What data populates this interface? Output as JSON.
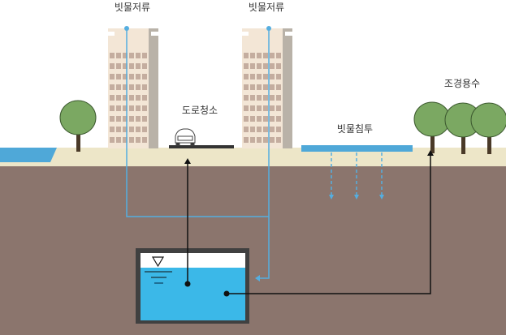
{
  "labels": {
    "storage_left": "빗물저류",
    "storage_right": "빗물저류",
    "road_cleaning": "도로청소",
    "infiltration": "빗물침투",
    "landscape_water": "조경용수"
  },
  "colors": {
    "sand": "#ede6c8",
    "soil": "#8b756d",
    "water": "#3bb8e8",
    "pipe": "#55aee0",
    "tree": "#7ba862",
    "building": "#f3e6d6",
    "tank_wall": "#404040"
  }
}
